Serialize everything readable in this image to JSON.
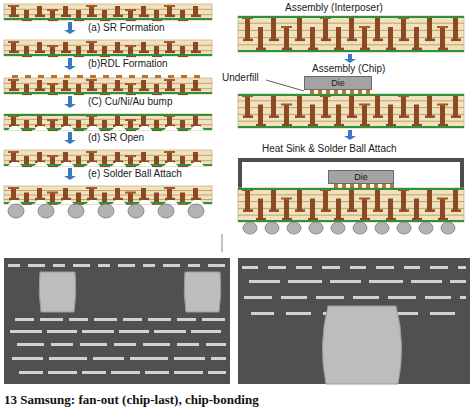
{
  "diagram": {
    "caption": "13 Samsung: fan-out (chip-last), chip-bonding",
    "nodes": [
      {
        "text": [
          "Die"
        ]
      },
      {
        "text": [
          "Die"
        ]
      }
    ],
    "labels": [
      "Assembly (Interposer)",
      "(a) SR Formation",
      "(b)RDL Formation",
      "Assembly (Chip)",
      "Underfill",
      "(C) Cu/Ni/Au bump",
      "(d) SR Open",
      "Heat Sink & Solder Ball Attach",
      "(e) Solder Ball Attach"
    ]
  }
}
